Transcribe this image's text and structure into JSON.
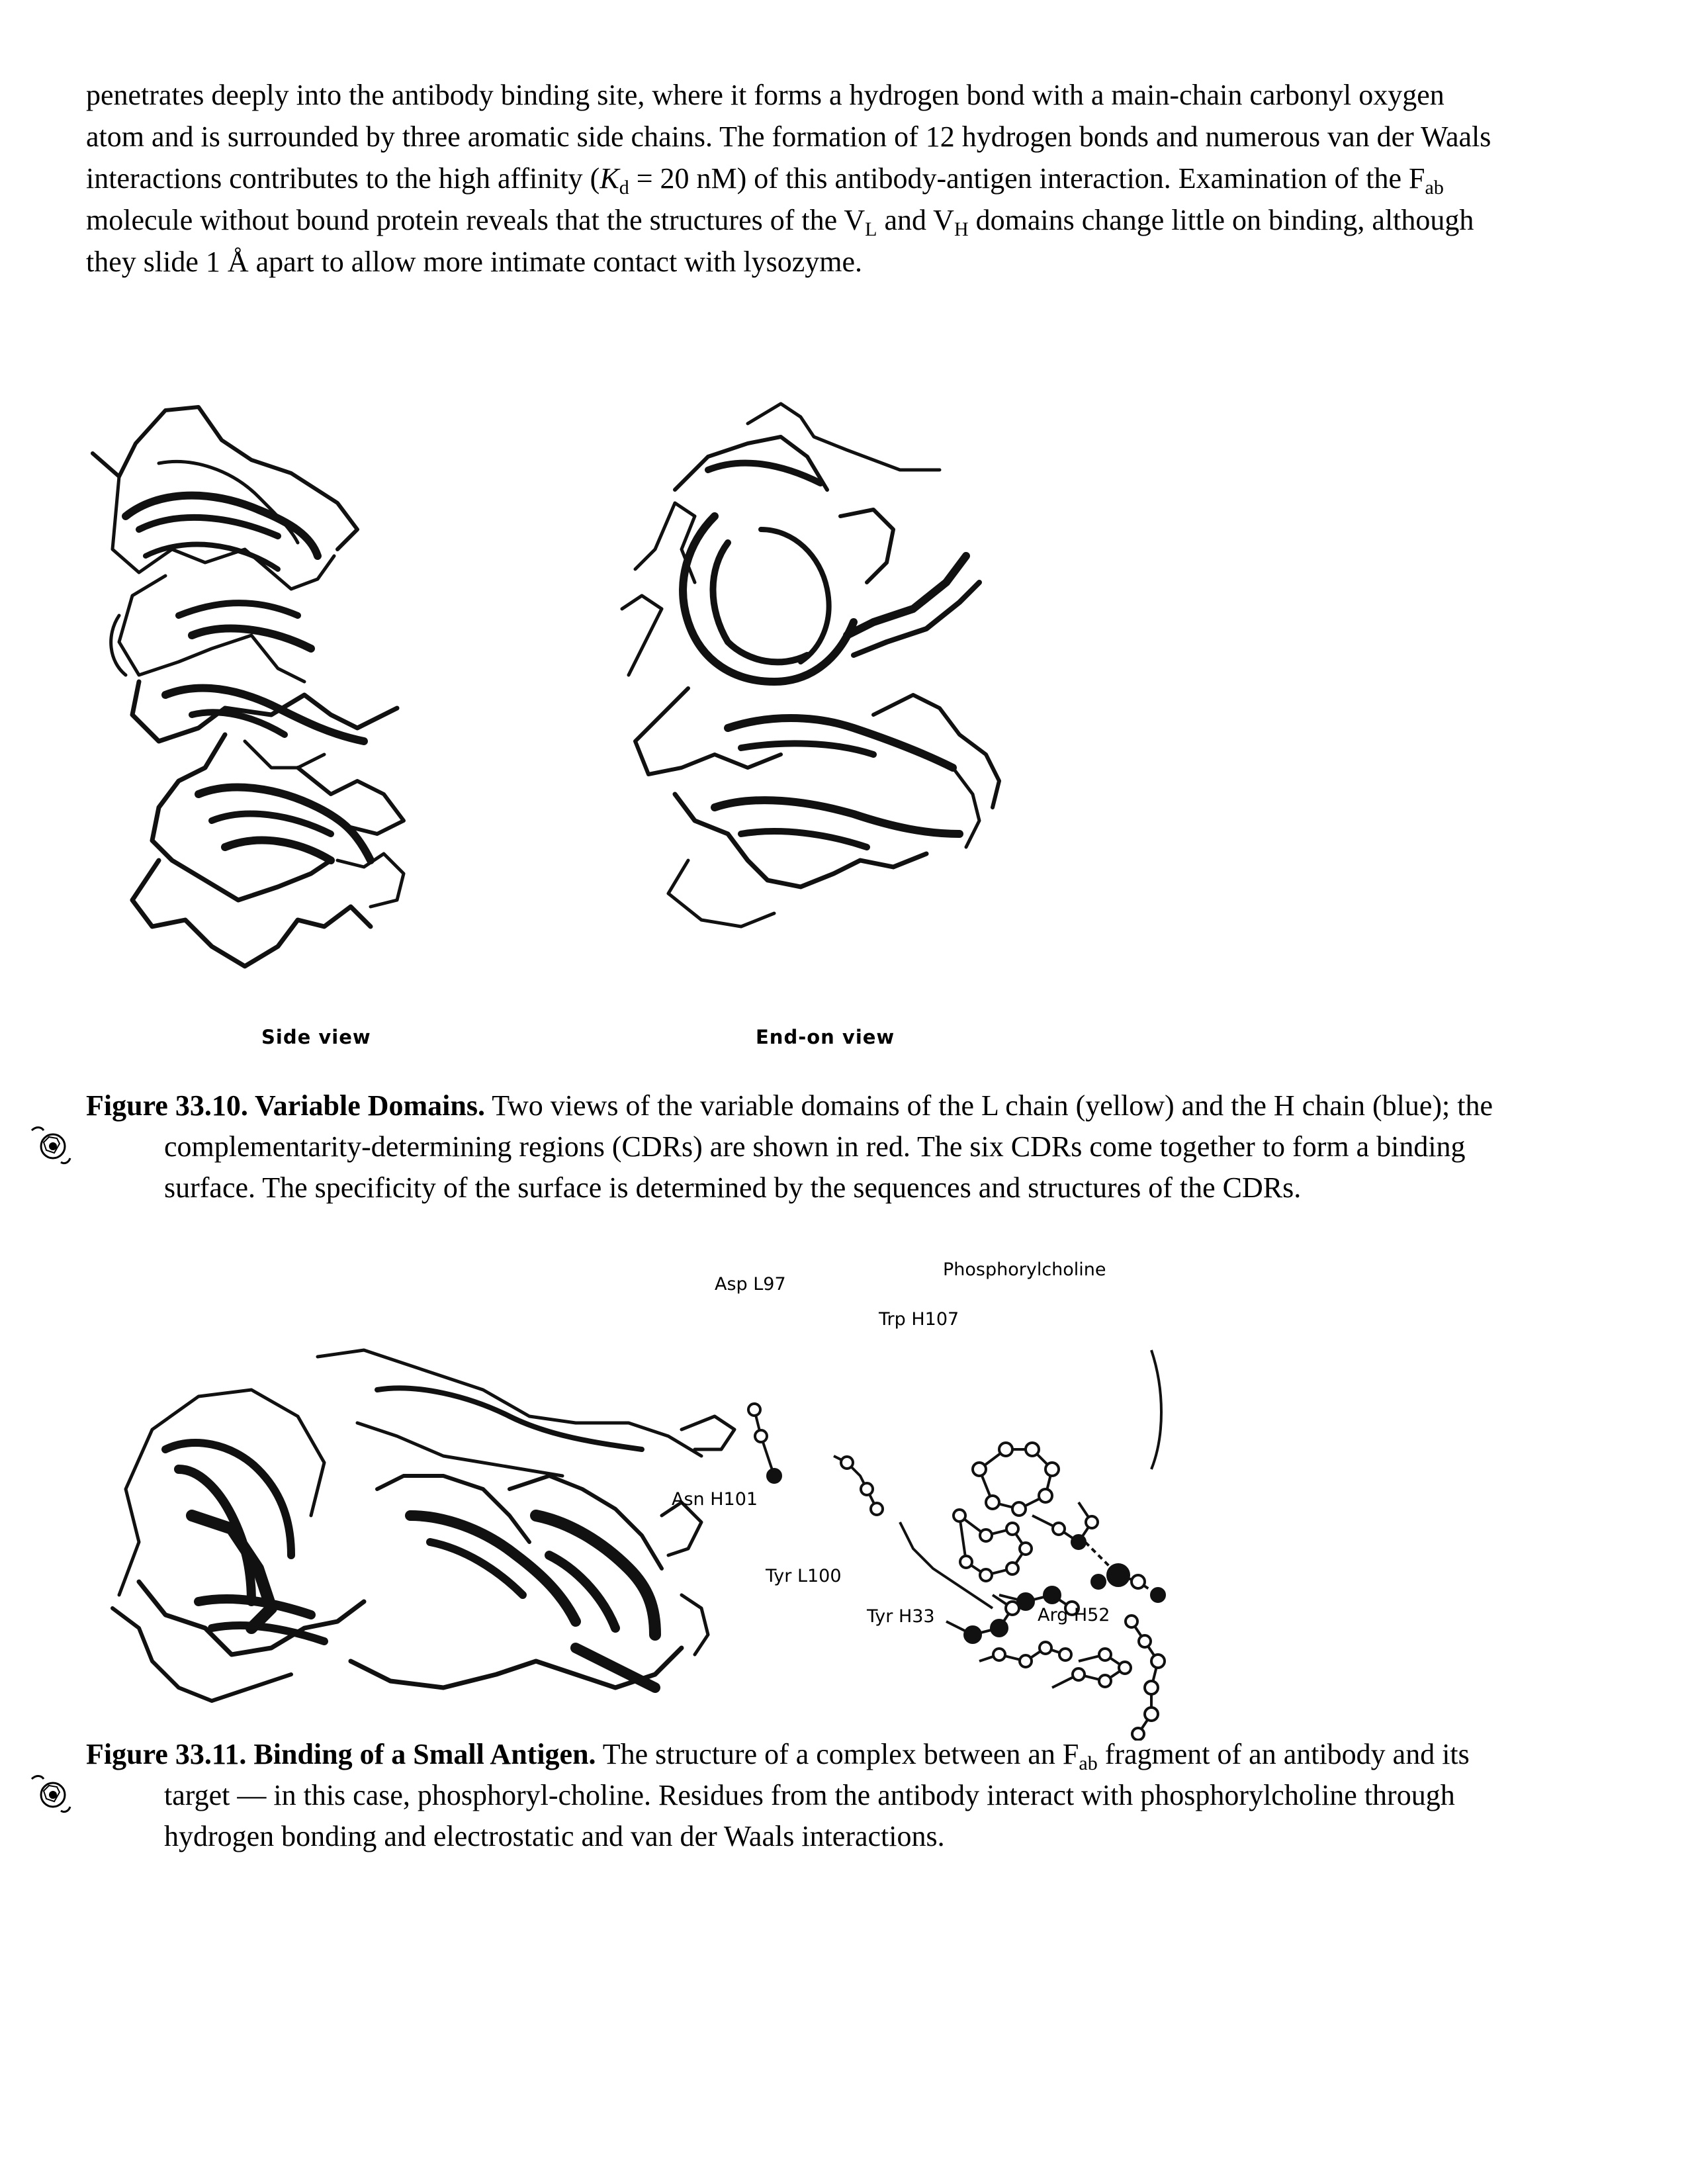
{
  "intro": {
    "line1": "penetrates deeply into the antibody binding site, where it forms a hydrogen bond with a main-chain carbonyl oxygen",
    "line2": "atom and is surrounded by three aromatic side chains. The formation of 12 hydrogen bonds and numerous van der Waals",
    "line3_a": "interactions contributes to the high affinity (",
    "line3_k": "K",
    "line3_d": "d",
    "line3_b": " = 20 nM) of this antibody-antigen interaction. Examination of the F",
    "line3_ab": "ab",
    "line4_a": "molecule without bound protein reveals that the structures of the V",
    "line4_l": "L",
    "line4_b": " and V",
    "line4_h": "H",
    "line4_c": " domains change little on binding, although",
    "line5": "they slide 1 Å apart to allow more intimate contact with lysozyme."
  },
  "figure_33_10": {
    "panel_left": "Side view",
    "panel_right": "End-on view",
    "caption_title": "Figure 33.10. Variable Domains.",
    "caption_line1": " Two views of the variable domains of the L chain (yellow) and the H chain (blue); the",
    "caption_line2": "complementarity-determining regions (CDRs) are shown in red. The six CDRs come together to form a binding",
    "caption_line3": "surface. The specificity of the surface is determined by the sequences and structures of the CDRs.",
    "icon": "cd-rom-icon"
  },
  "figure_33_11": {
    "labels": {
      "asp": "Asp L97",
      "phos": "Phosphorylcholine",
      "trp": "Trp H107",
      "asn": "Asn H101",
      "tyr_l": "Tyr L100",
      "tyr_h": "Tyr H33",
      "arg": "Arg H52"
    },
    "caption_title": "Figure 33.11. Binding of a Small Antigen.",
    "caption_line1_a": " The structure of a complex between an F",
    "caption_line1_ab": "ab",
    "caption_line1_b": " fragment of an antibody and its",
    "caption_line2": "target — in this case, phosphoryl-choline. Residues from the antibody interact with phosphorylcholine through",
    "caption_line3": "hydrogen bonding and electrostatic and van der Waals interactions.",
    "icon": "cd-rom-icon"
  }
}
